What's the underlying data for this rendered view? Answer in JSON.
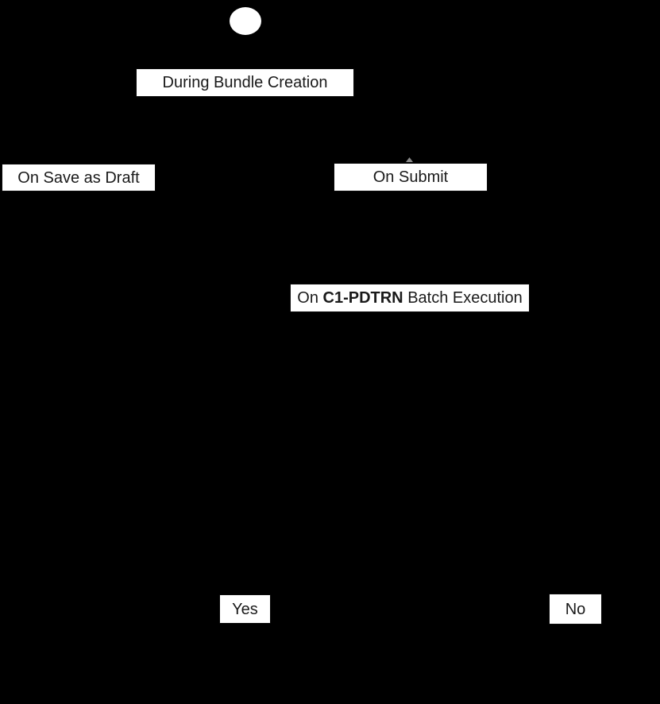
{
  "diagram": {
    "type": "flowchart",
    "background_color": "#000000",
    "node_fill_color": "#ffffff",
    "text_color": "#1a1a1a",
    "start_node": {
      "shape": "ellipse",
      "fill": "#ffffff"
    },
    "labels": {
      "during_bundle_creation": "During Bundle Creation",
      "on_save_as_draft": "On Save as Draft",
      "on_submit": "On Submit",
      "on_batch_execution": {
        "prefix": "On ",
        "code": "C1-PDTRN",
        "suffix": " Batch Execution"
      },
      "yes": "Yes",
      "no": "No"
    }
  }
}
